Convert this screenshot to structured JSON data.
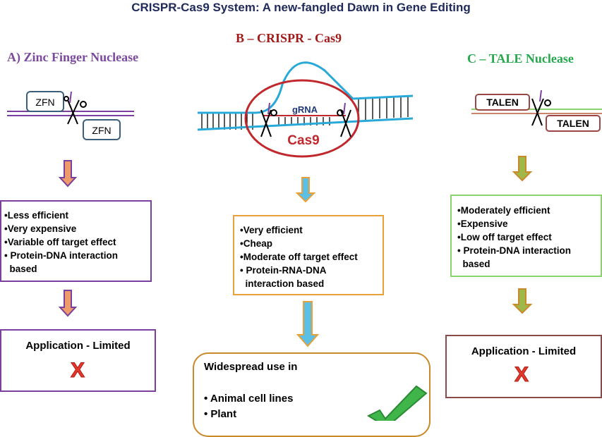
{
  "title": "CRISPR-Cas9 System: A new-fangled Dawn in Gene Editing",
  "sections": {
    "a": {
      "heading": "A) Zinc Finger Nuclease",
      "labels": [
        "ZFN",
        "ZFN"
      ],
      "features": [
        "•Less efficient",
        "•Very expensive",
        "•Variable off target effect",
        "• Protein-DNA interaction",
        "  based"
      ],
      "application": "Application - Limited",
      "result_mark": "X"
    },
    "b": {
      "heading": "B – CRISPR - Cas9",
      "grna_label": "gRNA",
      "cas9_label": "Cas9",
      "features": [
        "•Very efficient",
        "•Cheap",
        "•Moderate off target effect",
        "• Protein-RNA-DNA",
        "  interaction based"
      ],
      "usage_heading": "Widespread use in",
      "usage_items": [
        "• Animal cell lines",
        "• Plant"
      ]
    },
    "c": {
      "heading": "C – TALE Nuclease",
      "labels": [
        "TALEN",
        "TALEN"
      ],
      "features": [
        "•Moderately efficient",
        "•Expensive",
        "•Low off target effect",
        "• Protein-DNA interaction",
        "  based"
      ],
      "application": "Application - Limited",
      "result_mark": "X"
    }
  },
  "colors": {
    "zfn_purple": "#7b3f9e",
    "crispr_orange": "#e8a13a",
    "tale_green": "#8bd46c",
    "dna_blue": "#29a9d8",
    "cas9_red": "#c0282d",
    "check_green": "#3fb54a",
    "cross_red": "#e3382b"
  },
  "icons": [
    "scissors-icon",
    "down-arrow-icon",
    "check-icon",
    "cross-icon"
  ]
}
